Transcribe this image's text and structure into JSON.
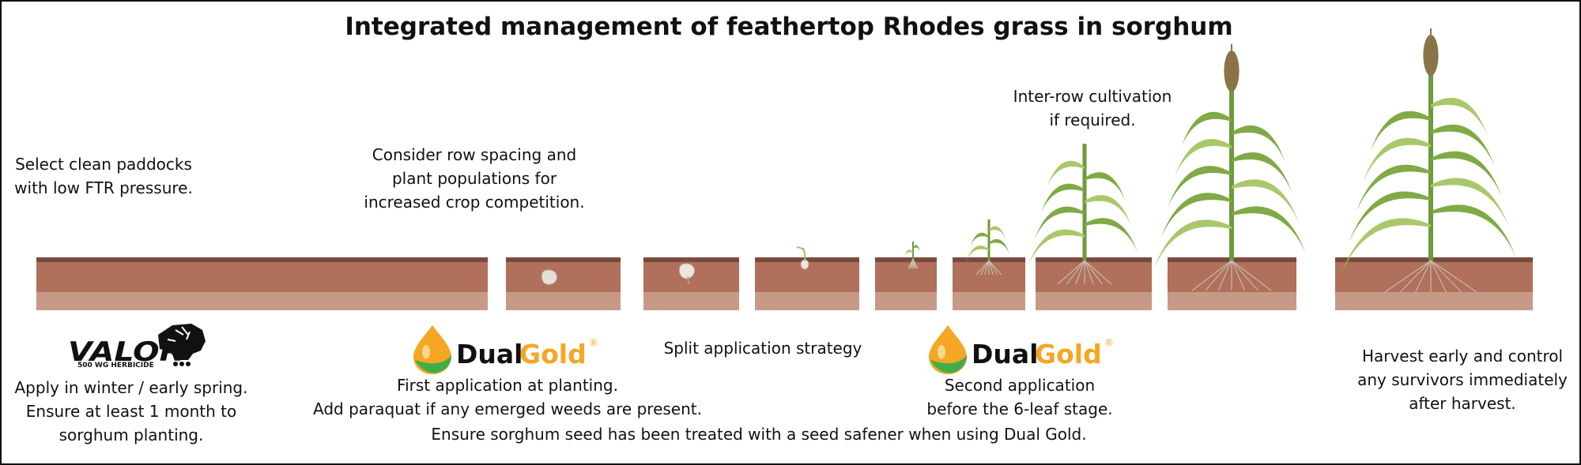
{
  "title": "Integrated management of feathertop Rhodes grass in sorghum",
  "notes": {
    "select_paddocks": [
      "Select clean paddocks",
      "with low FTR pressure."
    ],
    "row_spacing": [
      "Consider row spacing and",
      "plant populations for",
      "increased crop competition."
    ],
    "inter_row": [
      "Inter-row cultivation",
      "if required."
    ],
    "valor": [
      "Apply in winter / early spring.",
      "Ensure at least 1 month to",
      "sorghum planting."
    ],
    "first_application": [
      "First application at planting.",
      "Add paraquat if any emerged weeds are present."
    ],
    "split_strategy": "Split application strategy",
    "second_application": [
      "Second application",
      "before the 6-leaf stage."
    ],
    "harvest": [
      "Harvest early and control",
      "any survivors immediately",
      "after harvest."
    ],
    "seed_safener": "Ensure sorghum seed has been treated with a seed safener when using Dual Gold."
  },
  "logos": {
    "valor": {
      "name": "VALOR",
      "sub": "500 WG HERBICIDE"
    },
    "dualgold": {
      "part1": "Dual",
      "part2": "Gold",
      "mark": "®"
    }
  },
  "colors": {
    "soil_top": "#7a4a3e",
    "soil_mid": "#b0705b",
    "soil_low": "#c79a87",
    "plant_green": "#7faa45",
    "plant_light": "#a9c86a",
    "stem": "#6d9a3a",
    "seed_head": "#8a7447",
    "root": "#c9b9a9",
    "dual_orange": "#f5a623",
    "dual_green": "#3fae49",
    "gold_text": "#f5a623"
  }
}
